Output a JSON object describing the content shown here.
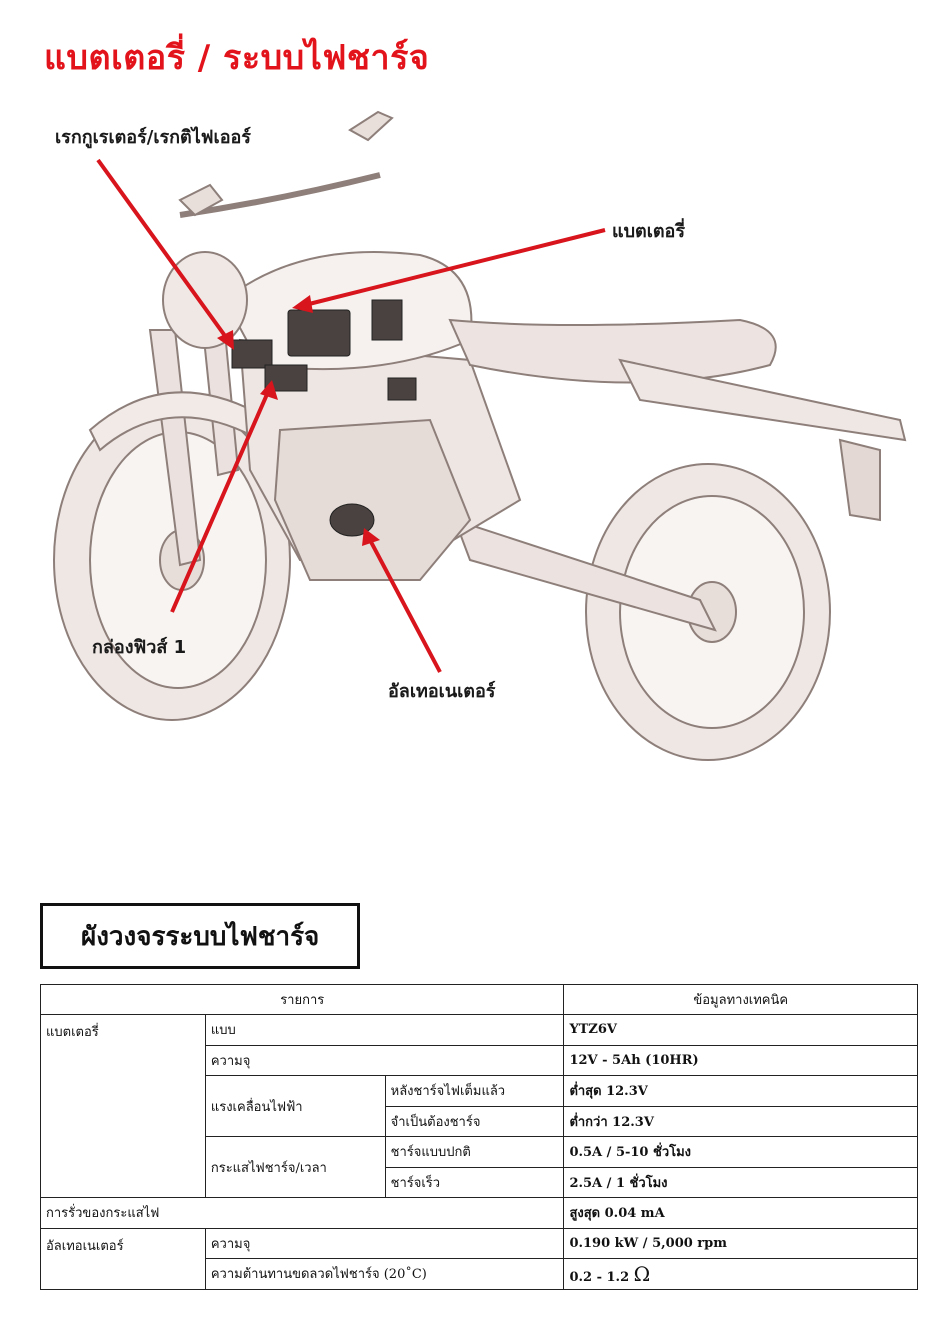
{
  "page": {
    "title": "แบตเตอรี่ / ระบบไฟชาร์จ"
  },
  "callouts": {
    "regulator": "เรกกูเรเตอร์/เรกติไฟเออร์",
    "battery": "แบตเตอรี่",
    "fuse_box": "กล่องฟิวส์ 1",
    "alternator": "อัลเทอเนเตอร์"
  },
  "colors": {
    "title_red": "#e3131b",
    "arrow_red": "#d8141c",
    "bike_fill": "#f3ece9",
    "bike_stroke": "#8e7f7a"
  },
  "section": {
    "title": "ผังวงจรระบบไฟชาร์จ"
  },
  "table": {
    "headers": {
      "item": "รายการ",
      "spec": "ข้อมูลทางเทคนิค"
    },
    "battery": {
      "label": "แบตเตอรี่",
      "type_label": "แบบ",
      "type_value": "YTZ6V",
      "capacity_label": "ความจุ",
      "capacity_value": "12V - 5Ah (10HR)",
      "voltage_label": "แรงเคลื่อนไฟฟ้า",
      "voltage_full_label": "หลังชาร์จไฟเต็มแล้ว",
      "voltage_full_value": "ต่ำสุด 12.3V",
      "voltage_need_label": "จำเป็นต้องชาร์จ",
      "voltage_need_value": "ต่ำกว่า 12.3V",
      "current_label": "กระแสไฟชาร์จ/เวลา",
      "normal_label": "ชาร์จแบบปกติ",
      "normal_value": "0.5A / 5-10 ชั่วโมง",
      "quick_label": "ชาร์จเร็ว",
      "quick_value": "2.5A / 1 ชั่วโมง"
    },
    "leakage": {
      "label": "การรั่วของกระแสไฟ",
      "value": "สูงสุด 0.04 mA"
    },
    "alternator": {
      "label": "อัลเทอเนเตอร์",
      "capacity_label": "ความจุ",
      "capacity_value": "0.190 kW / 5,000 rpm",
      "resistance_label": "ความต้านทานขดลวดไฟชาร์จ (20˚C)",
      "resistance_value": "0.2 - 1.2",
      "resistance_unit": "Ω"
    }
  }
}
